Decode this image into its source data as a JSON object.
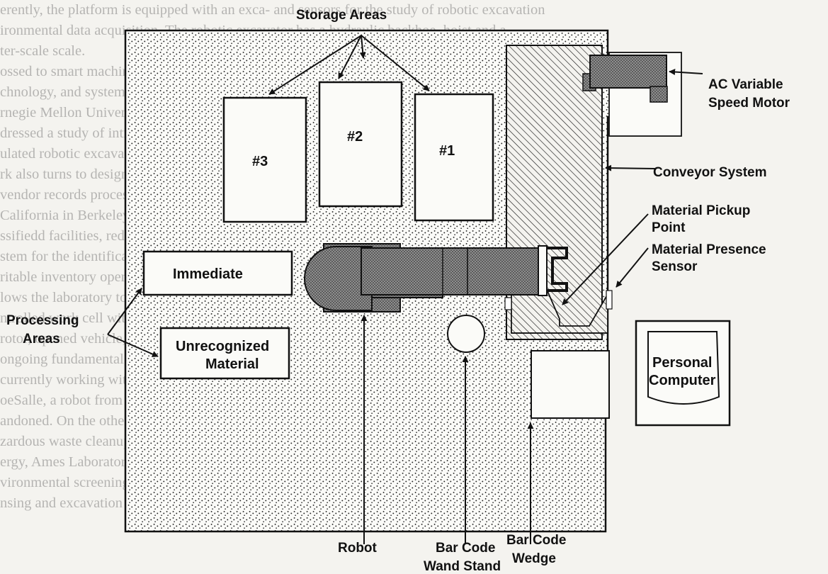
{
  "background_text": [
    "erently, the platform is equipped with an exca- and sensors for the study of robotic excavation",
    "ironmental data acquisition. The robotic excavator has a hydraulic backhoe, hoist and a",
    "ter-scale scale.",
    "ossed to smart machines in complex environments for intelligent sensor science, sensor",
    "chnology, and system integration. Other universities are involved in projects in the area, including",
    "rnegie Mellon University and the University of California at Berkeley. Further work has recently",
    "dressed a study of intrinsic and extrinsic feedback for robotic excavation, and a general outline of a",
    "ulated robotic excavator for remote operation with the use of such facilities is being contemplated.",
    "rk also turns to design of automated storage and retrieval systems for the original records",
    "vendor records processing. The research of this laboratory is conducted by the University",
    "California in Berkeley and is directed toward the development of automated maintenance of",
    "ssifiedd facilities, reducing worker exposure to the environment. The laboratory also has improved",
    "stem for the identification of materials by use of bar codes, related to high-speed consistent",
    "ritable inventory operations of the University. The system involves a conveyor and a robot arm",
    "lows the laboratory to move through the storage and processing areas and a controller through the",
    "ntrolled work cell with the use of a personal computer and bar code wedge for the connection with a",
    "rotor, opened vehicle, simple tools.",
    "ongoing fundamental research projects include the development of automated test and clean-up projects",
    "currently working with robots at the national laboratories for the University of Massachusetts,",
    "oeSalle, a robot from the Carnegie Mellon University. The robotic welding laboratory was first",
    "andoned. On the other hand, the lab produces many new developmental research opportunities for",
    "zardous waste cleanup, the lab has collaborated with the University of Pittsburgh Department of",
    "ergy, Ames Laboratory, Carnegie Mellon University, Idaho National Engineering Laboratory for",
    "vironmental screening technologies. The work as well as work on hazardous waste site",
    "nsing and excavation continues under the University of Pittsburgh, Pennsylvania."
  ],
  "labels": {
    "storage_areas": "Storage Areas",
    "area_3": "#3",
    "area_2": "#2",
    "area_1": "#1",
    "ac_motor_line1": "AC Variable",
    "ac_motor_line2": "Speed Motor",
    "conveyor": "Conveyor System",
    "pickup_line1": "Material Pickup",
    "pickup_line2": "Point",
    "presence_line1": "Material Presence",
    "presence_line2": "Sensor",
    "immediate": "Immediate",
    "unrecognized_line1": "Unrecognized",
    "unrecognized_line2": "Material",
    "processing_line1": "Processing",
    "processing_line2": "Areas",
    "pc_line1": "Personal",
    "pc_line2": "Computer",
    "robot": "Robot",
    "barcode_wand_line1": "Bar Code",
    "barcode_wand_line2": "Wand Stand",
    "barcode_wedge_line1": "Bar Code",
    "barcode_wedge_line2": "Wedge"
  }
}
